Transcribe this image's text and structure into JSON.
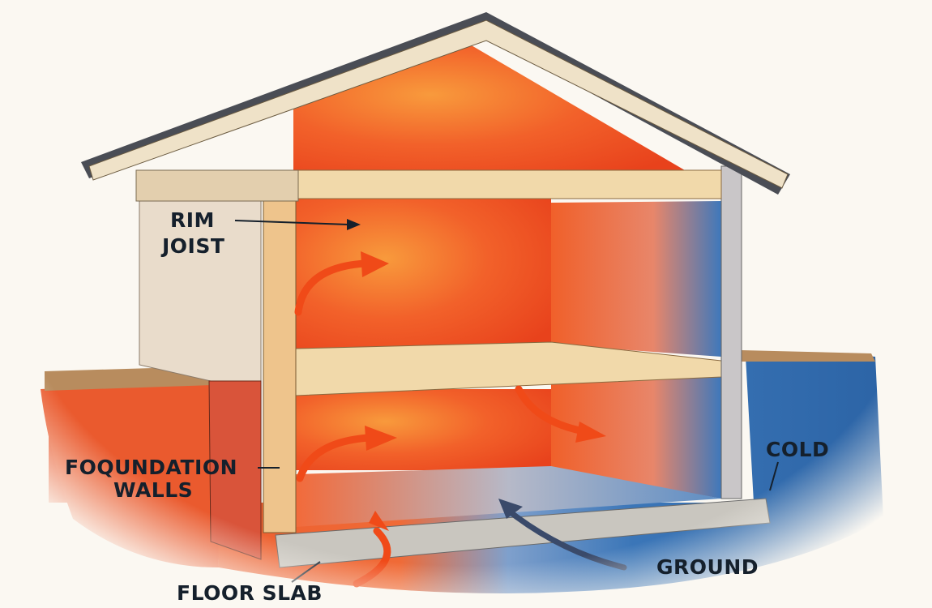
{
  "labels": {
    "rim_joist_line1": "RIM",
    "rim_joist_line2": "JOIST",
    "foundation_line1": "FOQUNDATION",
    "foundation_line2": "WALLS",
    "floor_slab": "FLOOR SLAB",
    "cold": "COLD",
    "ground": "GROUND"
  },
  "colors": {
    "warm": "#f0501e",
    "warm_light": "#f7a040",
    "cold": "#2f6fb3",
    "wood": "#f1d9aa",
    "concrete": "#c9c6bf",
    "roof": "#4a4d55",
    "ink": "#15202c"
  }
}
